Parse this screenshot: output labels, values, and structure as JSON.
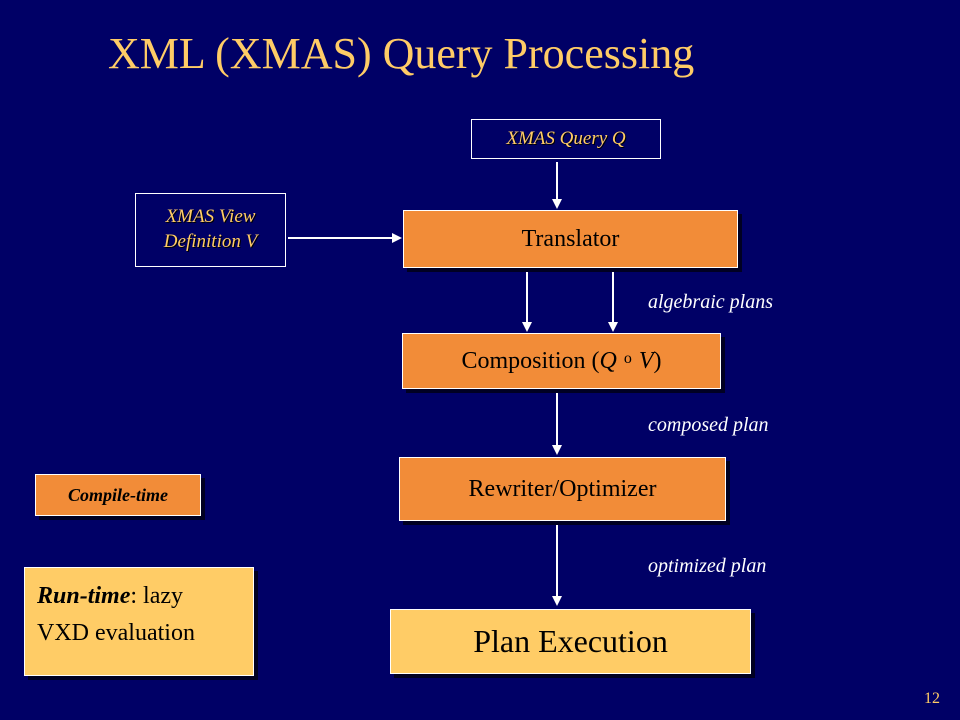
{
  "slide": {
    "title": "XML (XMAS) Query Processing",
    "page_number": "12"
  },
  "diagram": {
    "query_box": "XMAS Query Q",
    "view_box_line1": "XMAS View",
    "view_box_line2": "Definition V",
    "translator": "Translator",
    "composition": {
      "prefix": "Composition (",
      "q": "Q",
      "op": "o",
      "v": "V",
      "suffix": ")"
    },
    "rewriter": "Rewriter/Optimizer",
    "plan_execution": "Plan Execution",
    "edge_labels": {
      "algebraic_plans": "algebraic plans",
      "composed_plan": "composed plan",
      "optimized_plan": "optimized plan"
    }
  },
  "legend": {
    "compile_time": "Compile-time",
    "runtime_bold": "Run-time",
    "runtime_rest": ": lazy",
    "runtime_line2": "VXD evaluation"
  },
  "colors": {
    "background": "#000066",
    "title": "#ffcc66",
    "process_box": "#f28c38",
    "execution_box": "#ffcc66",
    "arrow": "#ffffff"
  }
}
